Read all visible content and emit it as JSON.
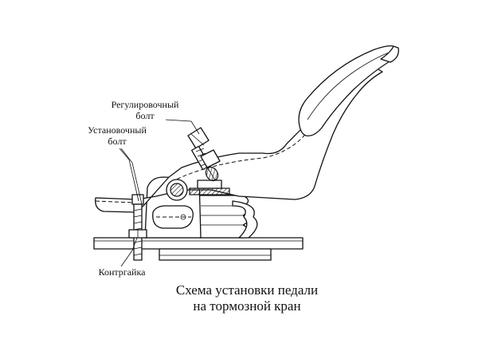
{
  "labels": {
    "adjusting_bolt_line1": "Регулировочный",
    "adjusting_bolt_line2": "болт",
    "installation_bolt_line1": "Установочный",
    "installation_bolt_line2": "болт",
    "locknut": "Контргайка"
  },
  "caption": {
    "line1": "Схема установки педали",
    "line2": "на тормозной кран"
  }
}
